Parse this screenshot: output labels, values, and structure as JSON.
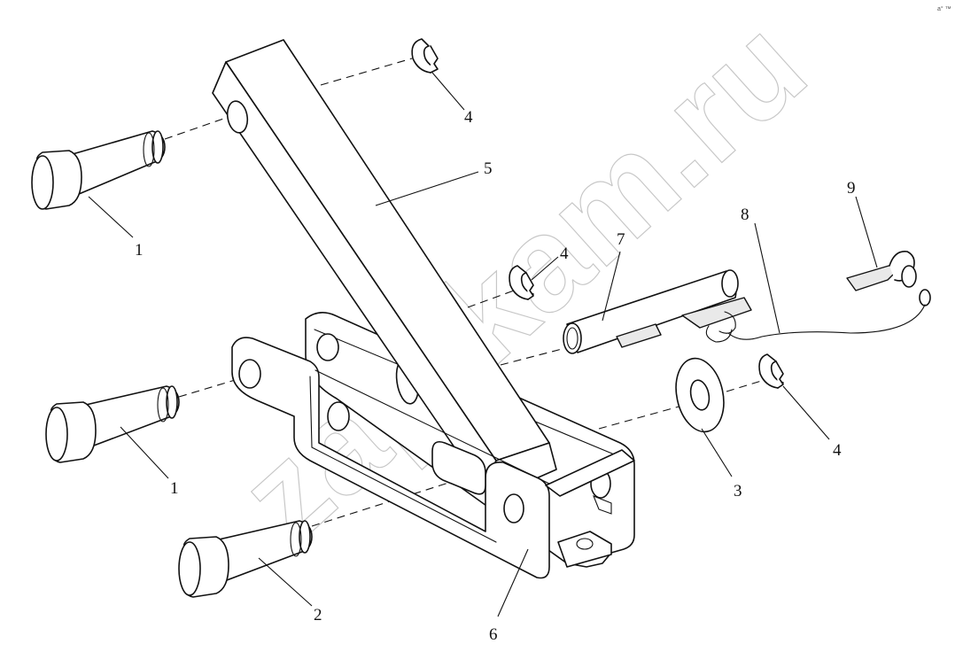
{
  "diagram": {
    "callouts": [
      {
        "id": "c1a",
        "label": "1"
      },
      {
        "id": "c1b",
        "label": "1"
      },
      {
        "id": "c2",
        "label": "2"
      },
      {
        "id": "c3",
        "label": "3"
      },
      {
        "id": "c4a",
        "label": "4"
      },
      {
        "id": "c4b",
        "label": "4"
      },
      {
        "id": "c4c",
        "label": "4"
      },
      {
        "id": "c5",
        "label": "5"
      },
      {
        "id": "c6",
        "label": "6"
      },
      {
        "id": "c7",
        "label": "7"
      },
      {
        "id": "c8",
        "label": "8"
      },
      {
        "id": "c9",
        "label": "9"
      }
    ],
    "watermark": "zap-kam.ru",
    "corner_mark": "a° ™"
  }
}
